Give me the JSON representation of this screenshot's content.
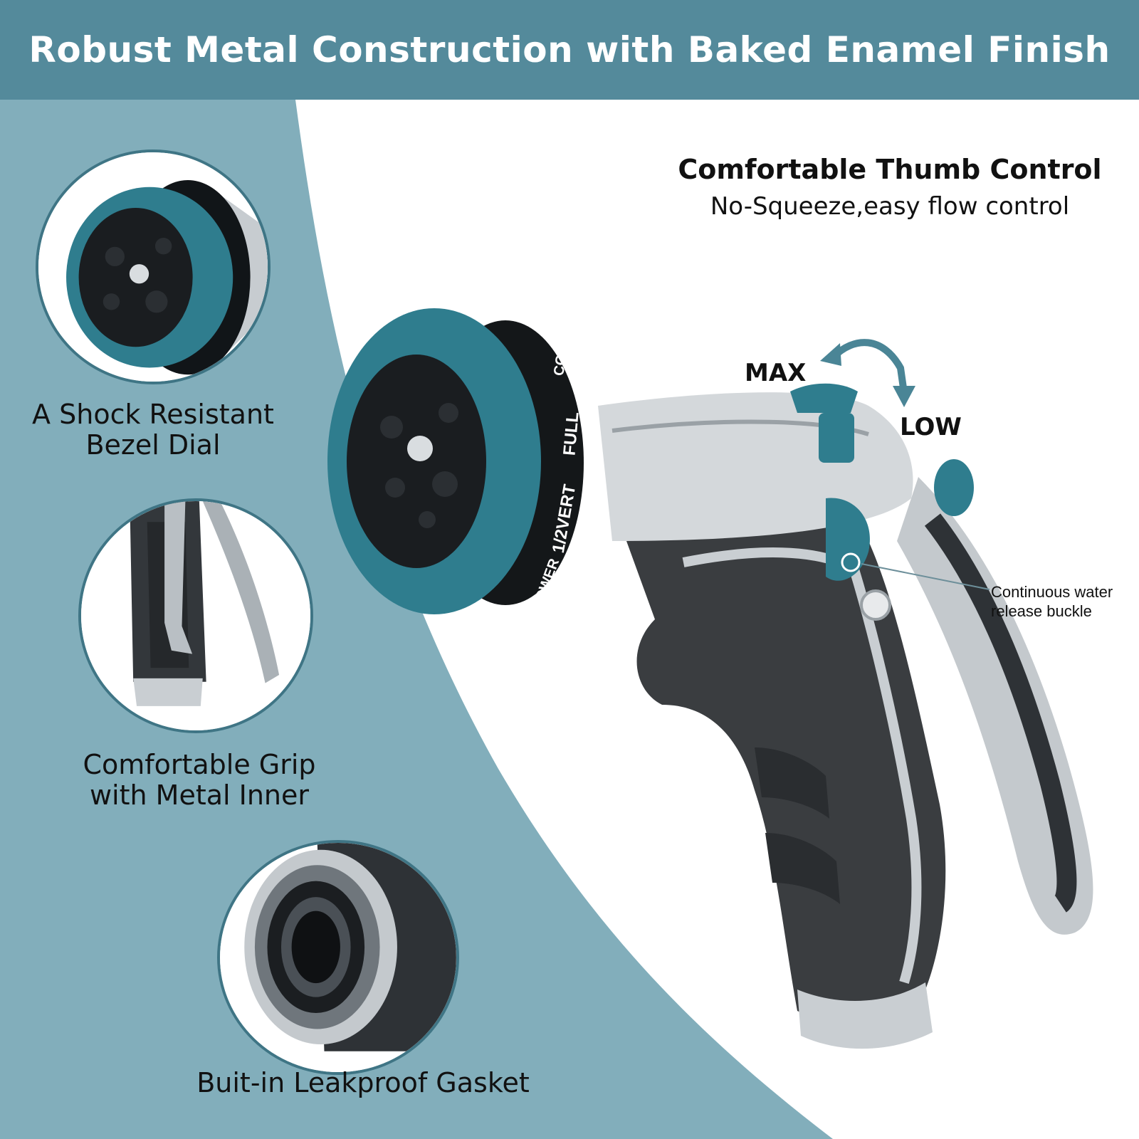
{
  "banner": {
    "title": "Robust Metal Construction with Baked Enamel Finish"
  },
  "features": {
    "bezel": {
      "line1": "A Shock Resistant",
      "line2": "Bezel Dial"
    },
    "grip": {
      "line1": "Comfortable Grip",
      "line2": "with Metal Inner"
    },
    "gasket": {
      "line1": "Buit-in Leakproof Gasket"
    }
  },
  "thumb_control": {
    "title": "Comfortable Thumb Control",
    "subtitle": "No-Squeeze,easy flow control"
  },
  "flow_labels": {
    "max": "MAX",
    "low": "LOW"
  },
  "buckle_callout": {
    "line1": "Continuous water",
    "line2": "release buckle"
  },
  "dial_settings": [
    "CONE",
    "FULL",
    "1/2VERT",
    "SHOWER"
  ],
  "colors": {
    "banner": "#548a9b",
    "panel": "#82aebb",
    "accent_teal": "#2f7d8e",
    "rubber": "#3a3d40",
    "chrome": "#c9ced2"
  }
}
